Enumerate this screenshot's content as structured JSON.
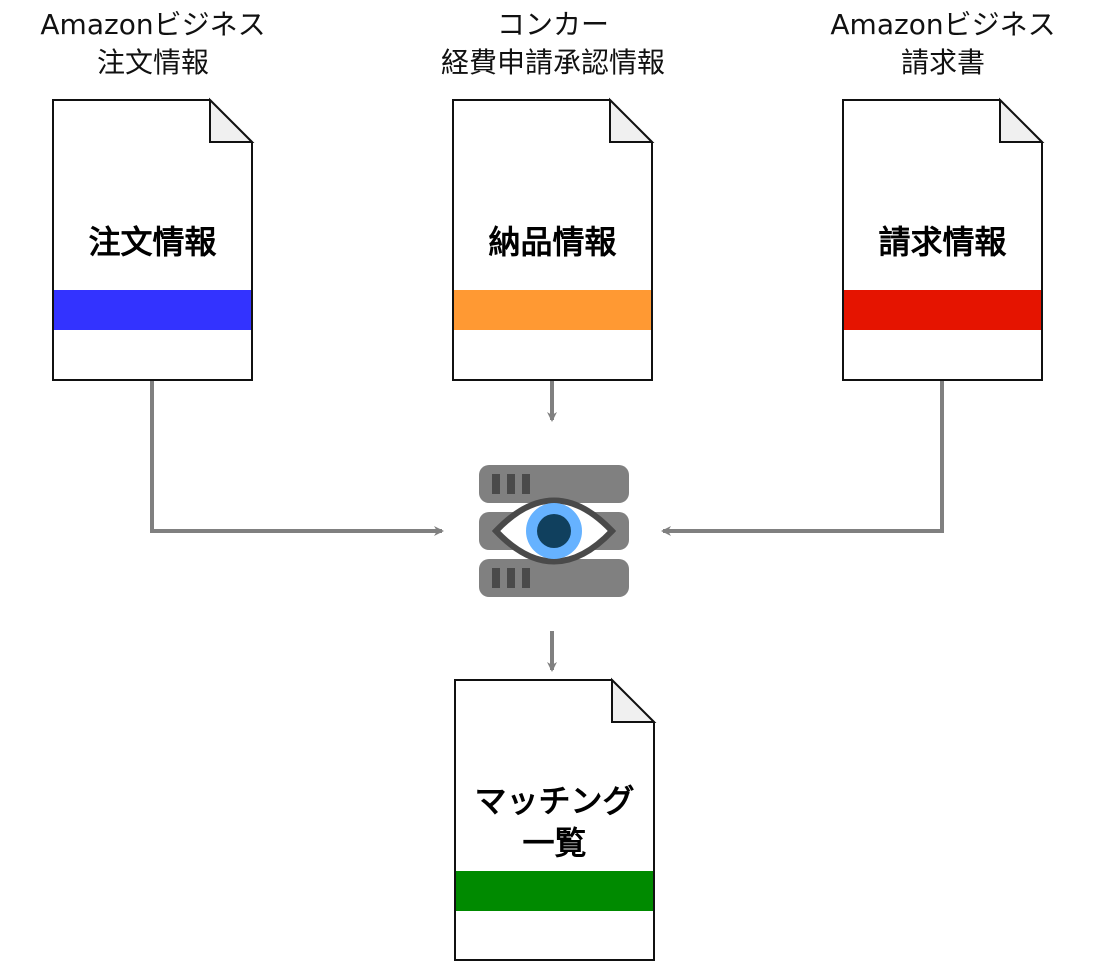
{
  "sources": [
    {
      "id": "order",
      "caption": [
        "Amazonビジネス",
        "注文情報"
      ],
      "doc_title": [
        "注文情報"
      ],
      "band_color": "#3333FF"
    },
    {
      "id": "delivery",
      "caption": [
        "コンカー",
        "経費申請承認情報"
      ],
      "doc_title": [
        "納品情報"
      ],
      "band_color": "#FF9933"
    },
    {
      "id": "invoice",
      "caption": [
        "Amazonビジネス",
        "請求書"
      ],
      "doc_title": [
        "請求情報"
      ],
      "band_color": "#E51400"
    }
  ],
  "engine": {
    "icon": "server-eye-icon",
    "body_color": "#808080",
    "eye_outer_color": "#66B2FF",
    "eye_inner_color": "#10405E"
  },
  "output": {
    "doc_title": [
      "マッチング",
      "一覧"
    ],
    "band_color": "#008A00"
  },
  "connector_color": "#808080"
}
